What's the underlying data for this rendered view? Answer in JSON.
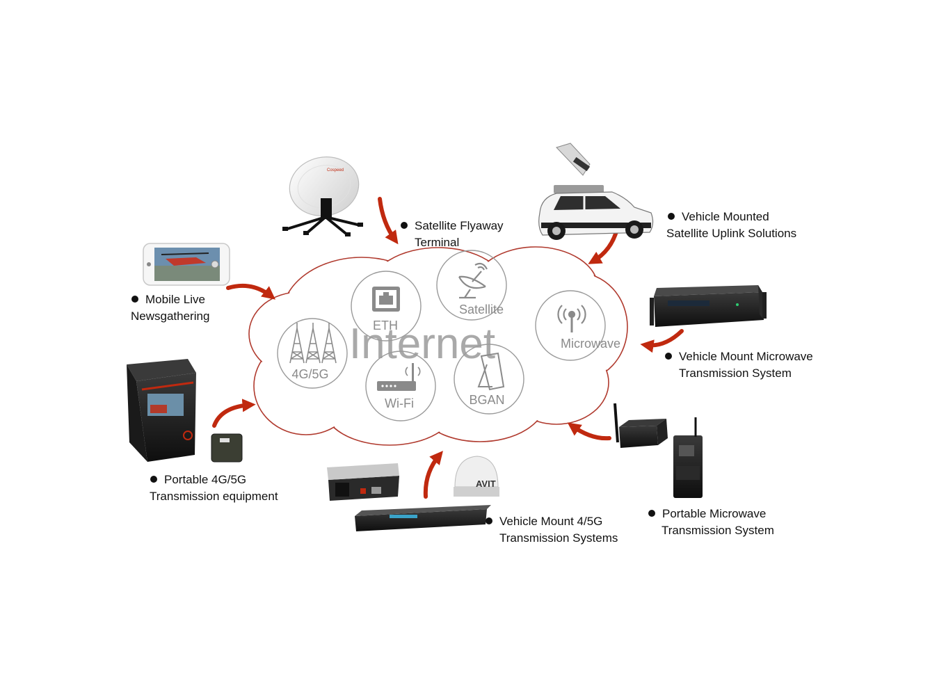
{
  "cloud": {
    "title": "Internet",
    "nodes": [
      "ETH",
      "Satellite",
      "Microwave",
      "4G/5G",
      "Wi-Fi",
      "BGAN"
    ]
  },
  "devices": {
    "satellite_flyaway": {
      "line1": "Satellite Flyaway",
      "line2": "Terminal"
    },
    "vehicle_satellite": {
      "line1": "Vehicle Mounted",
      "line2": "Satellite Uplink Solutions"
    },
    "mobile_live": {
      "line1": "Mobile Live",
      "line2": "Newsgathering"
    },
    "vehicle_microwave": {
      "line1": "Vehicle Mount Microwave",
      "line2": "Transmission System"
    },
    "portable_4g5g": {
      "line1": "Portable  4G/5G",
      "line2": "Transmission equipment"
    },
    "vehicle_4g5g": {
      "line1": "Vehicle Mount 4/5G",
      "line2": "Transmission Systems"
    },
    "portable_microwave": {
      "line1": "Portable Microwave",
      "line2": "Transmission System"
    }
  },
  "product_marks": {
    "dish_brand": "Cospeed",
    "radome_brand": "AVIT"
  },
  "colors": {
    "arrow": "#c0290f",
    "cloud_stroke": "#b03a2e",
    "node_stroke": "#9a9a9a"
  }
}
